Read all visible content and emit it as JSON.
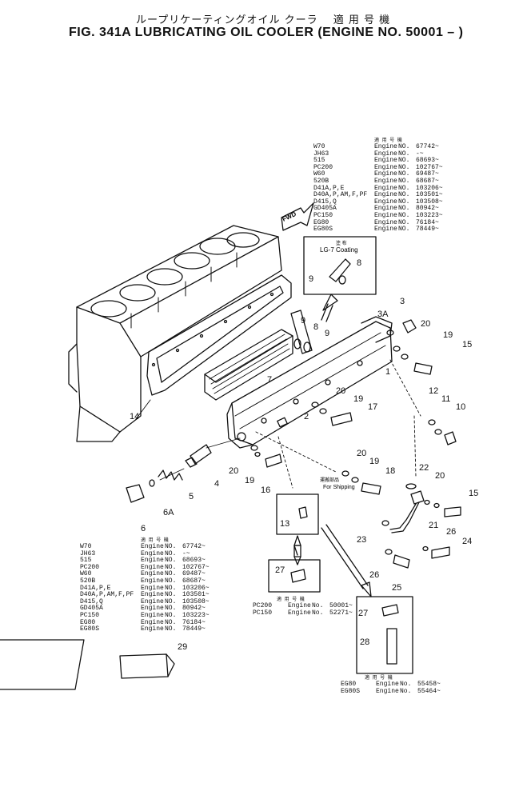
{
  "title_jp": "ループリケーティングオイル クーラ　 適 用 号 機",
  "title": "FIG. 341A  LUBRICATING OIL COOLER (ENGINE NO. 50001 – )",
  "spec_header": "適 用 号 機",
  "spec_top": [
    {
      "model": "W70",
      "label": "Engine",
      "no": "NO.",
      "serial": "67742~"
    },
    {
      "model": "JH63",
      "label": "Engine",
      "no": "NO.",
      "serial": "-~"
    },
    {
      "model": "515",
      "label": "Engine",
      "no": "NO.",
      "serial": "68693~"
    },
    {
      "model": "PC200",
      "label": "Engine",
      "no": "NO.",
      "serial": "102767~"
    },
    {
      "model": "W60",
      "label": "Engine",
      "no": "NO.",
      "serial": "69487~"
    },
    {
      "model": "520B",
      "label": "Engine",
      "no": "NO.",
      "serial": "68687~"
    },
    {
      "model": "D41A,P,E",
      "label": "Engine",
      "no": "NO.",
      "serial": "103206~"
    },
    {
      "model": "D40A,P,AM,F,PF",
      "label": "Engine",
      "no": "NO.",
      "serial": "103501~"
    },
    {
      "model": "D415,Q",
      "label": "Engine",
      "no": "NO.",
      "serial": "103508~"
    },
    {
      "model": "GD405A",
      "label": "Engine",
      "no": "NO.",
      "serial": "80942~"
    },
    {
      "model": "PC150",
      "label": "Engine",
      "no": "NO.",
      "serial": "103223~"
    },
    {
      "model": "EG80",
      "label": "Engine",
      "no": "NO.",
      "serial": "76184~"
    },
    {
      "model": "EG80S",
      "label": "Engine",
      "no": "NO.",
      "serial": "78449~"
    }
  ],
  "spec_bottom": [
    {
      "model": "W70",
      "label": "Engine",
      "no": "NO.",
      "serial": "67742~"
    },
    {
      "model": "JH63",
      "label": "Engine",
      "no": "NO.",
      "serial": "-~"
    },
    {
      "model": "515",
      "label": "Engine",
      "no": "NO.",
      "serial": "68693~"
    },
    {
      "model": "PC200",
      "label": "Engine",
      "no": "NO.",
      "serial": "102767~"
    },
    {
      "model": "W60",
      "label": "Engine",
      "no": "NO.",
      "serial": "69487~"
    },
    {
      "model": "520B",
      "label": "Engine",
      "no": "NO.",
      "serial": "68687~"
    },
    {
      "model": "D41A,P,E",
      "label": "Engine",
      "no": "NO.",
      "serial": "103206~"
    },
    {
      "model": "D40A,P,AM,F,PF",
      "label": "Engine",
      "no": "NO.",
      "serial": "103501~"
    },
    {
      "model": "D415,Q",
      "label": "Engine",
      "no": "NO.",
      "serial": "103508~"
    },
    {
      "model": "GD405A",
      "label": "Engine",
      "no": "NO.",
      "serial": "80942~"
    },
    {
      "model": "PC150",
      "label": "Engine",
      "no": "NO.",
      "serial": "103223~"
    },
    {
      "model": "EG80",
      "label": "Engine",
      "no": "NO.",
      "serial": "76184~"
    },
    {
      "model": "EG80S",
      "label": "Engine",
      "no": "NO.",
      "serial": "78449~"
    }
  ],
  "spec_mid": [
    {
      "model": "PC200",
      "label": "Engine",
      "no": "No.",
      "serial": "50001~"
    },
    {
      "model": "PC150",
      "label": "Engine",
      "no": "No.",
      "serial": "52271~"
    }
  ],
  "spec_right": [
    {
      "model": "EG80",
      "label": "Engine",
      "no": "No.",
      "serial": "55458~"
    },
    {
      "model": "EG80S",
      "label": "Engine",
      "no": "No.",
      "serial": "55464~"
    }
  ],
  "lg7_jp": "塗 布",
  "lg7_label": "LG-7 Coating",
  "shipping_jp": "運搬部品",
  "shipping_label": "For Shipping",
  "fwd_label": "FWD",
  "callouts": {
    "c1": "1",
    "c2": "2",
    "c3": "3",
    "c3a": "3A",
    "c4": "4",
    "c5": "5",
    "c6": "6",
    "c6a": "6A",
    "c7": "7",
    "c8a": "8",
    "c8b": "8",
    "c9a": "9",
    "c9b": "9",
    "c9c": "9",
    "c11": "11",
    "c12": "12",
    "c10": "10",
    "c13": "13",
    "c14": "14",
    "c15a": "15",
    "c15b": "15",
    "c16": "16",
    "c17": "17",
    "c18": "18",
    "c19a": "19",
    "c19b": "19",
    "c19c": "19",
    "c19d": "19",
    "c20a": "20",
    "c20b": "20",
    "c20c": "20",
    "c20d": "20",
    "c20e": "20",
    "c21": "21",
    "c22": "22",
    "c23": "23",
    "c24": "24",
    "c25": "25",
    "c26a": "26",
    "c26b": "26",
    "c27a": "27",
    "c27b": "27",
    "c28": "28",
    "c29": "29"
  }
}
